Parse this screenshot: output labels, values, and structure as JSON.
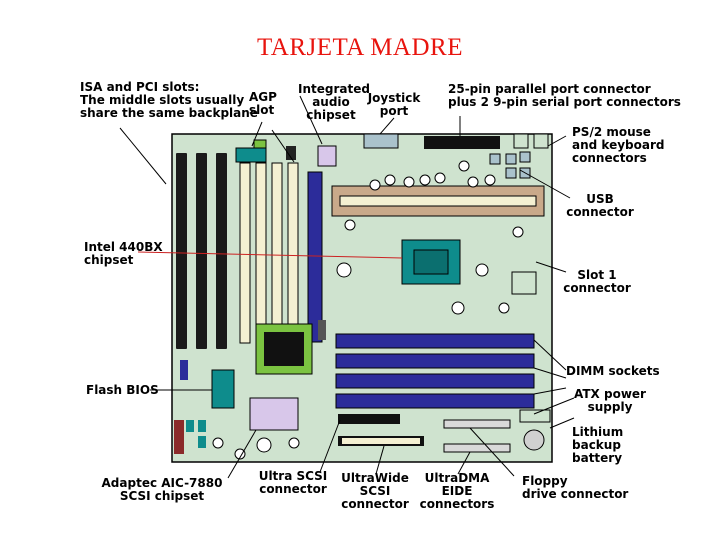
{
  "title": "TARJETA MADRE",
  "colors": {
    "title": "#e8140e",
    "board": "#cfe3cf",
    "board_outline": "#000000",
    "slot_black": "#1a1a1a",
    "slot_cream": "#f4f0d2",
    "dimm_blue": "#2c2c9a",
    "chip_teal": "#0e8c8c",
    "chip_green": "#7bc341",
    "chip_lavender": "#d8c7ea",
    "leader_red": "#cc2222"
  },
  "labels": {
    "isa_pci": "ISA and PCI slots:\nThe middle slots usually\nshare the same backplane",
    "agp": "AGP\nslot",
    "audio": "Integrated\naudio\nchipset",
    "joystick": "Joystick\nport",
    "parallel_serial": "25-pin parallel port connector\nplus 2 9-pin serial port connectors",
    "ps2": "PS/2 mouse\nand keyboard\nconnectors",
    "usb": "USB\nconnector",
    "chipset_440bx": "Intel 440BX\nchipset",
    "slot1": "Slot 1\nconnector",
    "dimm": "DIMM sockets",
    "atx": "ATX power\nsupply",
    "flash_bios": "Flash BIOS",
    "lithium": "Lithium\nbackup\nbattery",
    "adaptec": "Adaptec AIC-7880\nSCSI chipset",
    "ultra_scsi": "Ultra SCSI\nconnector",
    "ultrawide": "UltraWide\nSCSI\nconnector",
    "ultradma": "UltraDMA EIDE\nconnectors",
    "floppy": "Floppy\ndrive connector"
  }
}
